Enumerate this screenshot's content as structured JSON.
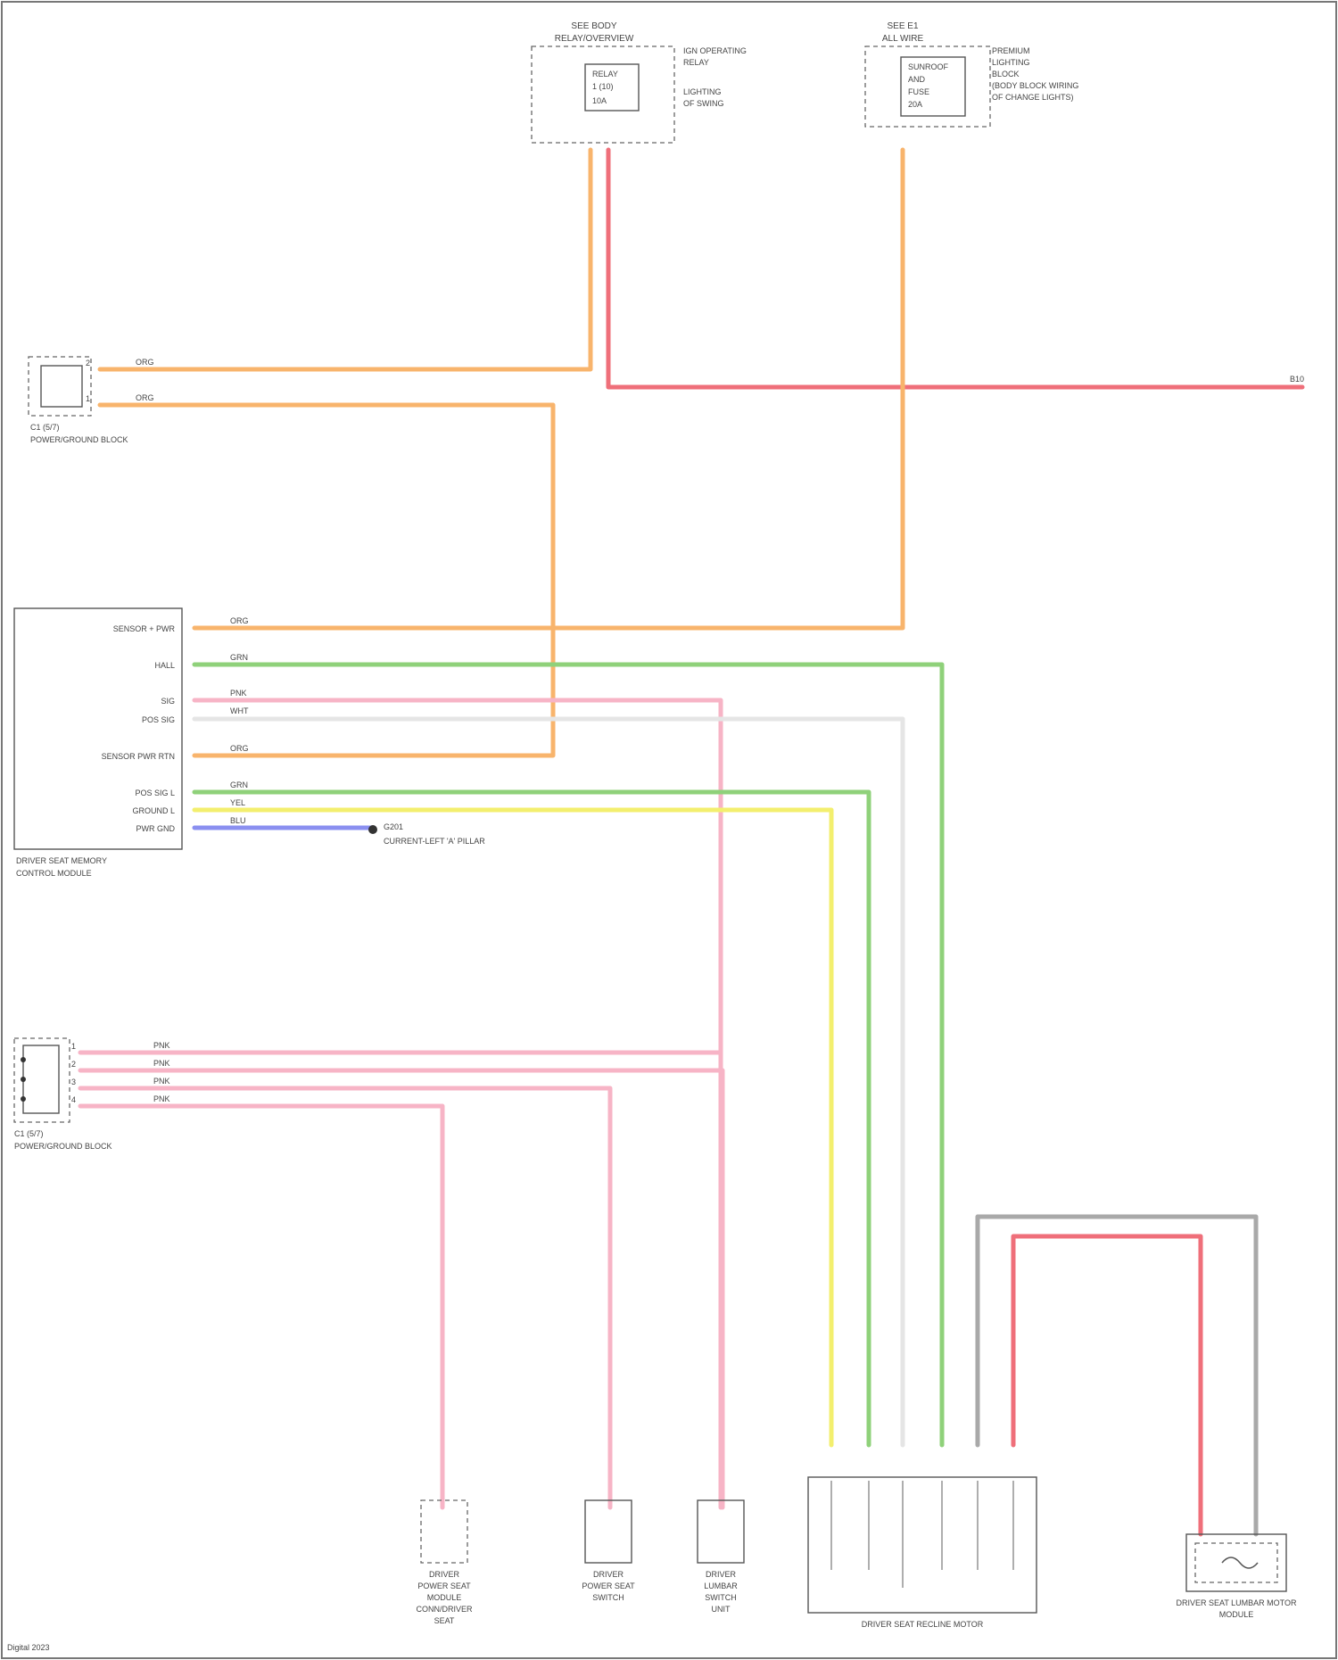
{
  "colors": {
    "orange": "#f8b46c",
    "red": "#ef6f7a",
    "pink": "#f7b4c6",
    "green": "#8fd17a",
    "yellow": "#f3ef6e",
    "blue": "#8a8ff0",
    "gray": "#a9a9a9",
    "white": "#e5e5e5"
  },
  "top_left_block": {
    "title": [
      "SEE BODY",
      "RELAY/OVERVIEW"
    ],
    "inner": [
      "RELAY",
      "1 (10)",
      "10A"
    ],
    "note": [
      "IGN OPERATING",
      "RELAY",
      "LIGHTING",
      "OF SWING"
    ]
  },
  "top_right_block": {
    "title": [
      "SEE E1",
      "ALL WIRE"
    ],
    "inner": [
      "SUNROOF",
      "AND",
      "FUSE",
      "20A"
    ],
    "note": [
      "PREMIUM",
      "LIGHTING",
      "BLOCK",
      "(BODY BLOCK WIRING",
      "OF CHANGE LIGHTS)"
    ]
  },
  "connector_a": {
    "pins": [
      "2",
      "1"
    ],
    "caption": [
      "C1 (5/7)",
      "POWER/GROUND BLOCK"
    ]
  },
  "control_module": {
    "caption": [
      "DRIVER SEAT MEMORY",
      "CONTROL MODULE"
    ],
    "pins": [
      "SENSOR + PWR",
      "HALL",
      "SIG",
      "POS SIG",
      "SENSOR PWR RTN",
      "POS SIG L",
      "GROUND L",
      "PWR GND"
    ],
    "ground_label": [
      "G201",
      "CURRENT-LEFT 'A' PILLAR"
    ]
  },
  "connector_b": {
    "pins": [
      "1",
      "2",
      "3",
      "4"
    ],
    "caption": [
      "C1 (5/7)",
      "POWER/GROUND BLOCK"
    ]
  },
  "bottom_devices": [
    [
      "DRIVER",
      "POWER SEAT",
      "MODULE",
      "CONN/DRIVER",
      "SEAT"
    ],
    [
      "DRIVER",
      "POWER SEAT",
      "SWITCH"
    ],
    [
      "DRIVER",
      "LUMBAR",
      "SWITCH",
      "UNIT"
    ]
  ],
  "recliner": {
    "caption": "DRIVER SEAT RECLINE MOTOR"
  },
  "lumbar": {
    "caption": [
      "DRIVER SEAT LUMBAR MOTOR",
      "MODULE"
    ]
  },
  "right_label": "B10",
  "footer": "Digital 2023"
}
